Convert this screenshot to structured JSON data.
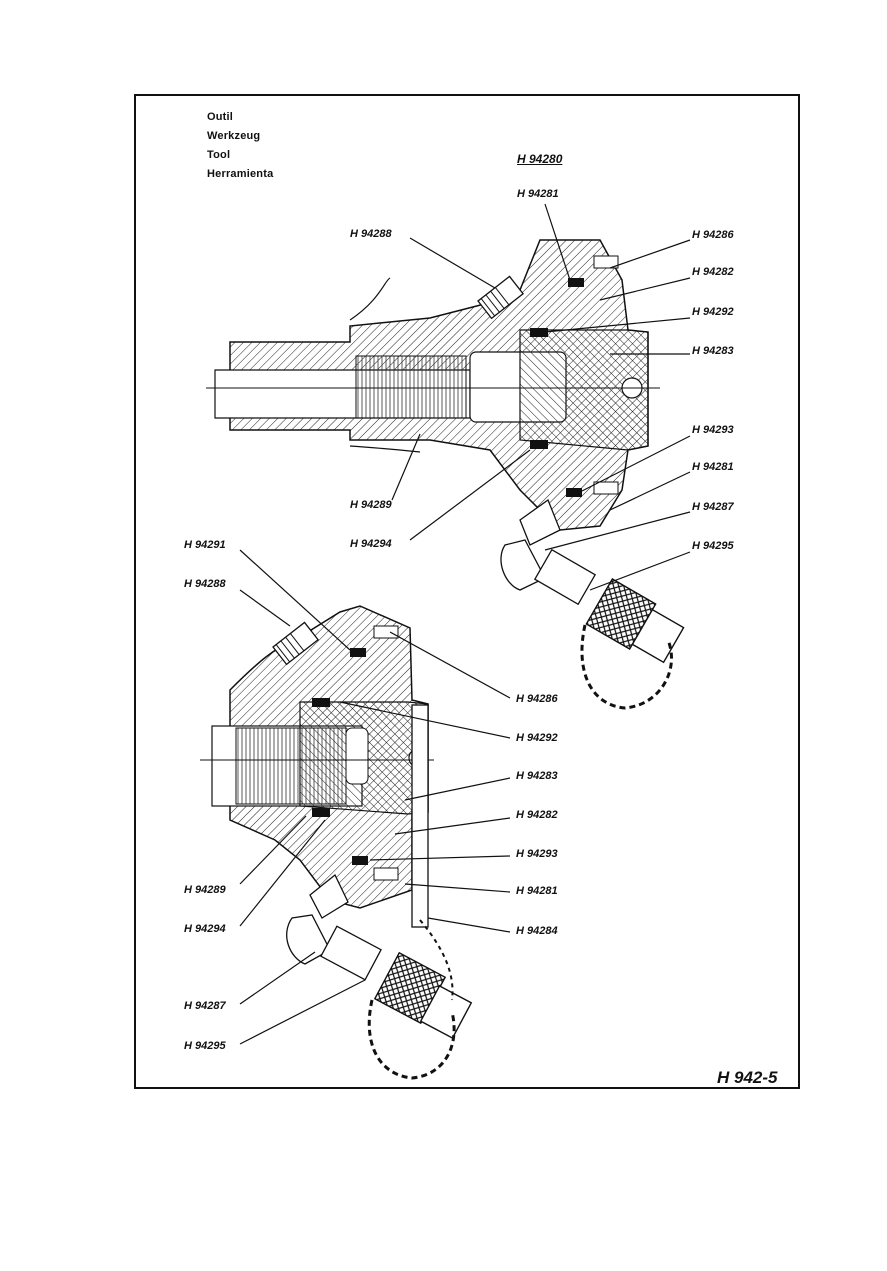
{
  "languages": [
    "Outil",
    "Werkzeug",
    "Tool",
    "Herramienta"
  ],
  "assembly_title": "H 94280",
  "figure_code": "H 942-5",
  "upper_view": {
    "labels": {
      "l1": "H 94281",
      "l2": "H 94288",
      "l3": "H 94286",
      "l4": "H 94282",
      "l5": "H 94292",
      "l6": "H 94283",
      "l7": "H 94293",
      "l8": "H 94281",
      "l9": "H 94287",
      "l10": "H 94295",
      "l11": "H 94289",
      "l12": "H 94294"
    }
  },
  "lower_view": {
    "labels": {
      "l1": "H 94291",
      "l2": "H 94288",
      "l3": "H 94286",
      "l4": "H 94292",
      "l5": "H 94283",
      "l6": "H 94282",
      "l7": "H 94293",
      "l8": "H 94281",
      "l9": "H 94284",
      "l10": "H 94289",
      "l11": "H 94294",
      "l12": "H 94287",
      "l13": "H 94295"
    }
  }
}
